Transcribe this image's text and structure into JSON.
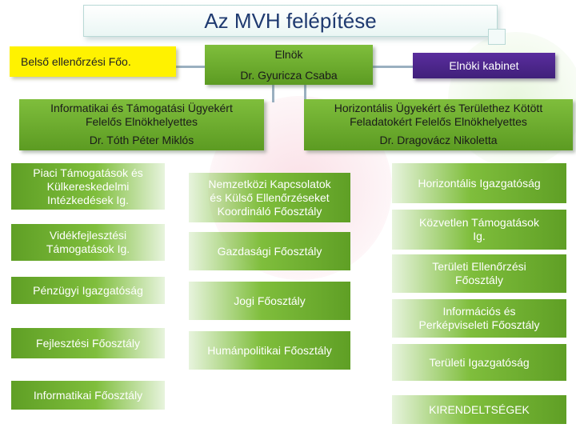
{
  "title": "Az MVH felépítése",
  "top": {
    "internal_audit": "Belső ellenőrzési Főo.",
    "president_title": "Elnök",
    "president_name": "Dr. Gyuricza Csaba",
    "cabinet": "Elnöki kabinet"
  },
  "vice_left": {
    "line1": "Informatikai és Támogatási Ügyekért",
    "line2": "Felelős Elnökhelyettes",
    "name": "Dr. Tóth Péter Miklós"
  },
  "vice_right": {
    "line1": "Horizontális Ügyekért és Területhez Kötött",
    "line2": "Feladatokért Felelős Elnökhelyettes",
    "name": "Dr. Dragovácz Nikoletta"
  },
  "col1": [
    [
      "Piaci Támogatások és",
      "Külkereskedelmi",
      "Intézkedések Ig."
    ],
    [
      "Vidékfejlesztési",
      "Támogatások Ig."
    ],
    [
      "Pénzügyi Igazgatóság"
    ],
    [
      "Fejlesztési Főosztály"
    ],
    [
      "Informatikai Főosztály"
    ]
  ],
  "col2": [
    [
      "Nemzetközi Kapcsolatok",
      "és Külső Ellenőrzéseket",
      "Koordináló Főosztály"
    ],
    [
      "Gazdasági Főosztály"
    ],
    [
      "Jogi Főosztály"
    ],
    [
      "Humánpolitikai Főosztály"
    ]
  ],
  "col3": [
    [
      "Horizontális Igazgatóság"
    ],
    [
      "Közvetlen Támogatások",
      "Ig."
    ],
    [
      "Területi Ellenőrzési",
      "Főosztály"
    ],
    [
      "Információs és",
      "Perképviseleti Főosztály"
    ],
    [
      "Területi Igazgatóság"
    ],
    [
      "KIRENDELTSÉGEK"
    ]
  ],
  "colors": {
    "green": "#6aaa2e",
    "yellow": "#fff200",
    "purple": "#4a2588",
    "title_text": "#1f3a70"
  }
}
